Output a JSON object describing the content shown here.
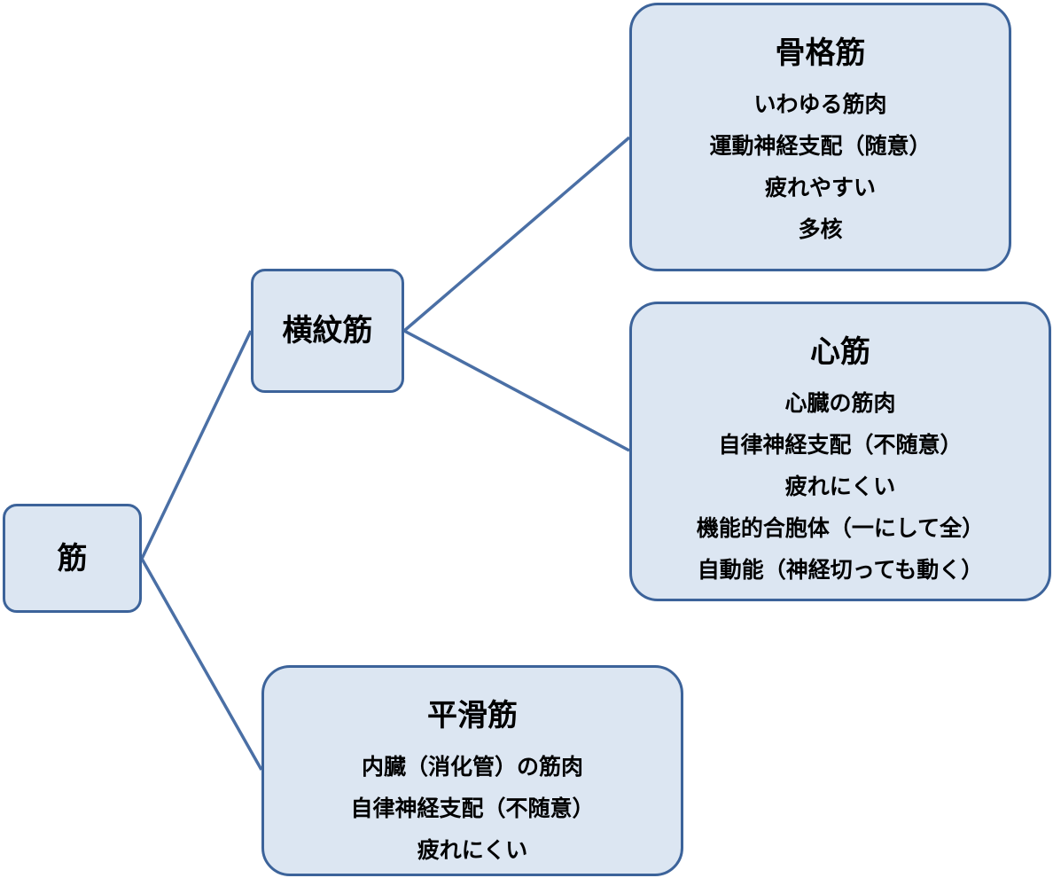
{
  "nodes": {
    "root": {
      "title": "筋"
    },
    "striated": {
      "title": "横紋筋"
    },
    "skeletal": {
      "title": "骨格筋",
      "lines": [
        "いわゆる筋肉",
        "運動神経支配（随意）",
        "疲れやすい",
        "多核"
      ]
    },
    "cardiac": {
      "title": "心筋",
      "lines": [
        "心臓の筋肉",
        "自律神経支配（不随意）",
        "疲れにくい",
        "機能的合胞体（一にして全）",
        "自動能（神経切っても動く）"
      ]
    },
    "smooth": {
      "title": "平滑筋",
      "lines": [
        "内臓（消化管）の筋肉",
        "自律神経支配（不随意）",
        "疲れにくい"
      ]
    }
  },
  "colors": {
    "fill": "#dce6f2",
    "border": "#3c639a",
    "line": "#4a6fa5"
  }
}
